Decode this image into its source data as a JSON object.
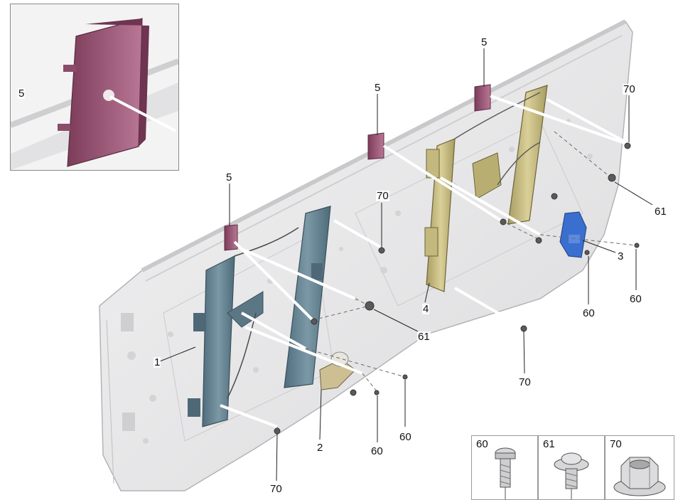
{
  "callouts": {
    "inset_5": "5",
    "left_5": "5",
    "mid_5": "5",
    "right_5": "5",
    "c70_top": "70",
    "c70_mid": "70",
    "c61_right": "61",
    "c3": "3",
    "c60_a": "60",
    "c60_b": "60",
    "c4": "4",
    "c61_mid": "61",
    "c70_right": "70",
    "c1": "1",
    "c2": "2",
    "c60_c": "60",
    "c60_d": "60",
    "c70_bottom": "70"
  },
  "fastener_legend": [
    {
      "label": "60",
      "icon": "bolt-icon"
    },
    {
      "label": "61",
      "icon": "washer-bolt-icon"
    },
    {
      "label": "70",
      "icon": "flange-nut-icon"
    }
  ],
  "colors": {
    "door_panel": "#e9e9ea",
    "left_regulator": "#5f7b8a",
    "right_regulator": "#c9c08a",
    "module_3": "#3a6fd0",
    "damper_pad": "#9c5a78"
  }
}
